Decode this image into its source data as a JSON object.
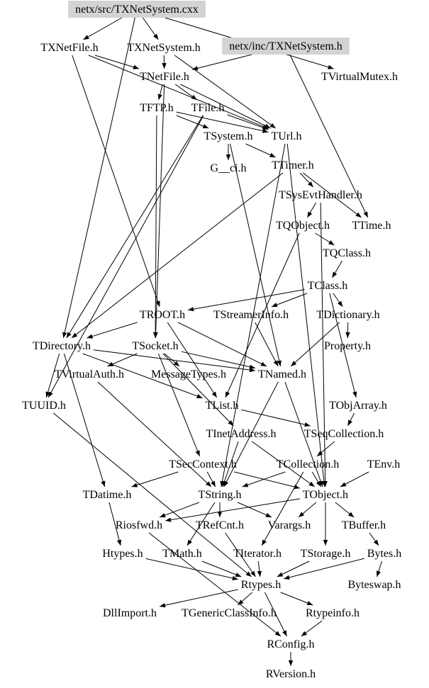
{
  "title": "netx/src/TXNetSystem.cxx",
  "colors": {
    "highlight_fill": "#d3d3d3",
    "edge": "#000000"
  },
  "nodes": [
    {
      "id": "cxx",
      "label": "netx/src/TXNetSystem.cxx",
      "highlight": true
    },
    {
      "id": "TXNetFile",
      "label": "TXNetFile.h"
    },
    {
      "id": "TXNetSystem",
      "label": "TXNetSystem.h"
    },
    {
      "id": "incTXNetSystem",
      "label": "netx/inc/TXNetSystem.h",
      "highlight": true
    },
    {
      "id": "TVirtualMutex",
      "label": "TVirtualMutex.h"
    },
    {
      "id": "TNetFile",
      "label": "TNetFile.h"
    },
    {
      "id": "TFTP",
      "label": "TFTP.h"
    },
    {
      "id": "TFile",
      "label": "TFile.h"
    },
    {
      "id": "TSystem",
      "label": "TSystem.h"
    },
    {
      "id": "TUrl",
      "label": "TUrl.h"
    },
    {
      "id": "G__ci",
      "label": "G__ci.h"
    },
    {
      "id": "TTimer",
      "label": "TTimer.h"
    },
    {
      "id": "TSysEvtHandler",
      "label": "TSysEvtHandler.h"
    },
    {
      "id": "TQObject",
      "label": "TQObject.h"
    },
    {
      "id": "TTime",
      "label": "TTime.h"
    },
    {
      "id": "TQClass",
      "label": "TQClass.h"
    },
    {
      "id": "TClass",
      "label": "TClass.h"
    },
    {
      "id": "TROOT",
      "label": "TROOT.h"
    },
    {
      "id": "TStreamerInfo",
      "label": "TStreamerInfo.h"
    },
    {
      "id": "TDictionary",
      "label": "TDictionary.h"
    },
    {
      "id": "Property",
      "label": "Property.h"
    },
    {
      "id": "TDirectory",
      "label": "TDirectory.h"
    },
    {
      "id": "TSocket",
      "label": "TSocket.h"
    },
    {
      "id": "TVirtualAuth",
      "label": "TVirtualAuth.h"
    },
    {
      "id": "MessageTypes",
      "label": "MessageTypes.h"
    },
    {
      "id": "TNamed",
      "label": "TNamed.h"
    },
    {
      "id": "TUUID",
      "label": "TUUID.h"
    },
    {
      "id": "TList",
      "label": "TList.h"
    },
    {
      "id": "TObjArray",
      "label": "TObjArray.h"
    },
    {
      "id": "TInetAddress",
      "label": "TInetAddress.h"
    },
    {
      "id": "TSeqCollection",
      "label": "TSeqCollection.h"
    },
    {
      "id": "TSecContext",
      "label": "TSecContext.h"
    },
    {
      "id": "TCollection",
      "label": "TCollection.h"
    },
    {
      "id": "TEnv",
      "label": "TEnv.h"
    },
    {
      "id": "TDatime",
      "label": "TDatime.h"
    },
    {
      "id": "TString",
      "label": "TString.h"
    },
    {
      "id": "TObject",
      "label": "TObject.h"
    },
    {
      "id": "Riosfwd",
      "label": "Riosfwd.h"
    },
    {
      "id": "TRefCnt",
      "label": "TRefCnt.h"
    },
    {
      "id": "Varargs",
      "label": "Varargs.h"
    },
    {
      "id": "TBuffer",
      "label": "TBuffer.h"
    },
    {
      "id": "Htypes",
      "label": "Htypes.h"
    },
    {
      "id": "TMath",
      "label": "TMath.h"
    },
    {
      "id": "TIterator",
      "label": "TIterator.h"
    },
    {
      "id": "TStorage",
      "label": "TStorage.h"
    },
    {
      "id": "Bytes",
      "label": "Bytes.h"
    },
    {
      "id": "Rtypes",
      "label": "Rtypes.h"
    },
    {
      "id": "Byteswap",
      "label": "Byteswap.h"
    },
    {
      "id": "DllImport",
      "label": "DllImport.h"
    },
    {
      "id": "TGenericClassInfo",
      "label": "TGenericClassInfo.h"
    },
    {
      "id": "Rtypeinfo",
      "label": "Rtypeinfo.h"
    },
    {
      "id": "RConfig",
      "label": "RConfig.h"
    },
    {
      "id": "RVersion",
      "label": "RVersion.h"
    }
  ],
  "edges": [
    [
      "cxx",
      "TXNetFile"
    ],
    [
      "cxx",
      "TXNetSystem"
    ],
    [
      "cxx",
      "TVirtualMutex"
    ],
    [
      "cxx",
      "TDirectory"
    ],
    [
      "TXNetFile",
      "TNetFile"
    ],
    [
      "TXNetFile",
      "TUrl"
    ],
    [
      "TXNetFile",
      "TROOT"
    ],
    [
      "TXNetSystem",
      "TNetFile"
    ],
    [
      "TXNetSystem",
      "TUrl"
    ],
    [
      "incTXNetSystem",
      "TNetFile"
    ],
    [
      "incTXNetSystem",
      "TTime"
    ],
    [
      "TNetFile",
      "TFTP"
    ],
    [
      "TNetFile",
      "TFile"
    ],
    [
      "TNetFile",
      "TUrl"
    ],
    [
      "TNetFile",
      "TSocket"
    ],
    [
      "TFTP",
      "TSocket"
    ],
    [
      "TFTP",
      "TUrl"
    ],
    [
      "TFTP",
      "TSystem"
    ],
    [
      "TFile",
      "TDirectory"
    ],
    [
      "TFile",
      "TUrl"
    ],
    [
      "TFile",
      "TUUID"
    ],
    [
      "TSystem",
      "G__ci"
    ],
    [
      "TSystem",
      "TTimer"
    ],
    [
      "TSystem",
      "TNamed"
    ],
    [
      "TUrl",
      "TObject"
    ],
    [
      "TUrl",
      "TString"
    ],
    [
      "TTimer",
      "TSysEvtHandler"
    ],
    [
      "TTimer",
      "TTime"
    ],
    [
      "TTimer",
      "TDirectory"
    ],
    [
      "TSysEvtHandler",
      "TQObject"
    ],
    [
      "TSysEvtHandler",
      "TObject"
    ],
    [
      "TQObject",
      "TQClass"
    ],
    [
      "TQObject",
      "TList"
    ],
    [
      "TQClass",
      "TClass"
    ],
    [
      "TClass",
      "TROOT"
    ],
    [
      "TClass",
      "TDictionary"
    ],
    [
      "TClass",
      "TStreamerInfo"
    ],
    [
      "TClass",
      "TObjArray"
    ],
    [
      "TROOT",
      "TDirectory"
    ],
    [
      "TROOT",
      "TList"
    ],
    [
      "TROOT",
      "TNamed"
    ],
    [
      "TStreamerInfo",
      "TNamed"
    ],
    [
      "TDictionary",
      "Property"
    ],
    [
      "TDictionary",
      "TNamed"
    ],
    [
      "TDirectory",
      "TNamed"
    ],
    [
      "TDirectory",
      "TDatime"
    ],
    [
      "TDirectory",
      "TUUID"
    ],
    [
      "TDirectory",
      "TList"
    ],
    [
      "TSocket",
      "TNamed"
    ],
    [
      "TSocket",
      "TInetAddress"
    ],
    [
      "TSocket",
      "MessageTypes"
    ],
    [
      "TSocket",
      "TSecContext"
    ],
    [
      "TSocket",
      "TVirtualAuth"
    ],
    [
      "TVirtualAuth",
      "TString"
    ],
    [
      "TNamed",
      "TString"
    ],
    [
      "TNamed",
      "TObject"
    ],
    [
      "TUUID",
      "Rtypes"
    ],
    [
      "TList",
      "TSeqCollection"
    ],
    [
      "TObjArray",
      "TSeqCollection"
    ],
    [
      "TInetAddress",
      "TString"
    ],
    [
      "TInetAddress",
      "TObject"
    ],
    [
      "TSeqCollection",
      "TCollection"
    ],
    [
      "TSecContext",
      "TString"
    ],
    [
      "TSecContext",
      "TObject"
    ],
    [
      "TSecContext",
      "TDatime"
    ],
    [
      "TCollection",
      "TObject"
    ],
    [
      "TCollection",
      "TString"
    ],
    [
      "TCollection",
      "TIterator"
    ],
    [
      "TEnv",
      "TObject"
    ],
    [
      "TDatime",
      "Htypes"
    ],
    [
      "TString",
      "Riosfwd"
    ],
    [
      "TString",
      "TRefCnt"
    ],
    [
      "TString",
      "Varargs"
    ],
    [
      "TString",
      "TMath"
    ],
    [
      "TObject",
      "TBuffer"
    ],
    [
      "TObject",
      "TStorage"
    ],
    [
      "TObject",
      "Varargs"
    ],
    [
      "TObject",
      "Riosfwd"
    ],
    [
      "TBuffer",
      "Bytes"
    ],
    [
      "TMath",
      "Rtypes"
    ],
    [
      "Htypes",
      "Rtypes"
    ],
    [
      "TRefCnt",
      "Rtypes"
    ],
    [
      "TIterator",
      "Rtypes"
    ],
    [
      "TStorage",
      "Rtypes"
    ],
    [
      "Bytes",
      "Byteswap"
    ],
    [
      "Bytes",
      "Rtypes"
    ],
    [
      "Riosfwd",
      "RConfig"
    ],
    [
      "Rtypes",
      "DllImport"
    ],
    [
      "Rtypes",
      "TGenericClassInfo"
    ],
    [
      "Rtypes",
      "Rtypeinfo"
    ],
    [
      "Rtypes",
      "RConfig"
    ],
    [
      "Rtypeinfo",
      "RConfig"
    ],
    [
      "RConfig",
      "RVersion"
    ]
  ]
}
